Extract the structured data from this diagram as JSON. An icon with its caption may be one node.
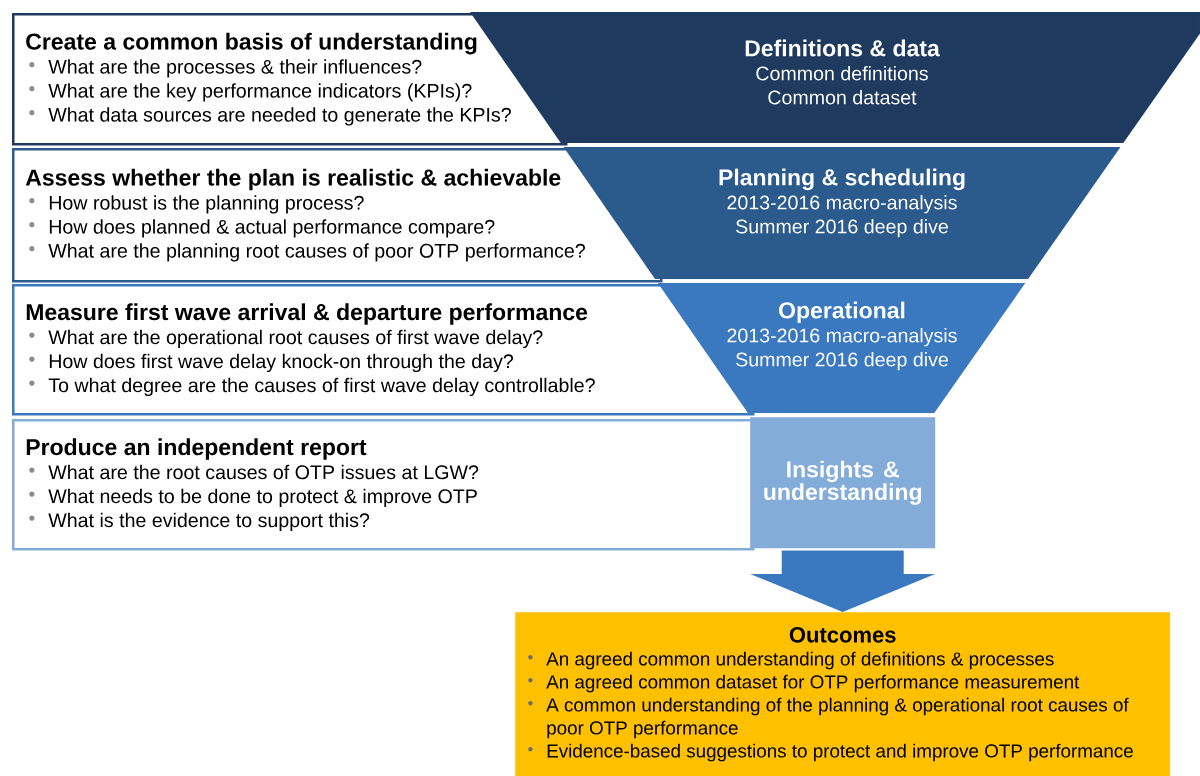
{
  "diagram": {
    "nodes": [
      {
        "text": [
          "Create a common basis of understanding",
          "What are the processes & their influences?",
          "What are the key performance indicators (KPIs)?",
          "What data sources are needed to generate the KPIs?"
        ]
      },
      {
        "text": [
          "Assess whether the plan is realistic & achievable",
          "How robust is the planning process?",
          "How does planned & actual performance compare?",
          "What are the planning root causes of poor OTP performance?"
        ]
      },
      {
        "text": [
          "Measure first wave arrival & departure performance",
          "What are the operational root causes of first wave delay?",
          "How does first wave delay knock-on through the day?",
          "To what degree are the causes of first wave delay controllable?"
        ]
      },
      {
        "text": [
          "Produce an independent report",
          "What are the root causes of OTP issues at LGW?",
          "What needs to be done to protect & improve OTP",
          "What is the evidence to support this?"
        ]
      },
      {
        "text": [
          "Definitions & data",
          "Common definitions",
          "Common dataset"
        ]
      },
      {
        "text": [
          "Planning & scheduling",
          "2013-2016 macro-analysis",
          "Summer 2016 deep dive"
        ]
      },
      {
        "text": [
          "Operational",
          "2013-2016 macro-analysis",
          "Summer 2016 deep dive"
        ]
      },
      {
        "text": [
          "Insights & understanding"
        ]
      },
      {
        "text": [
          "Outcomes",
          "An agreed common understanding of definitions & processes",
          "An agreed common dataset for OTP performance measurement",
          "A common understanding of the planning & operational root causes of poor OTP performance",
          "Evidence-based suggestions to protect and improve OTP performance"
        ]
      }
    ],
    "edges": [
      {
        "from": 7,
        "to": 8,
        "arrow": "to"
      }
    ]
  }
}
